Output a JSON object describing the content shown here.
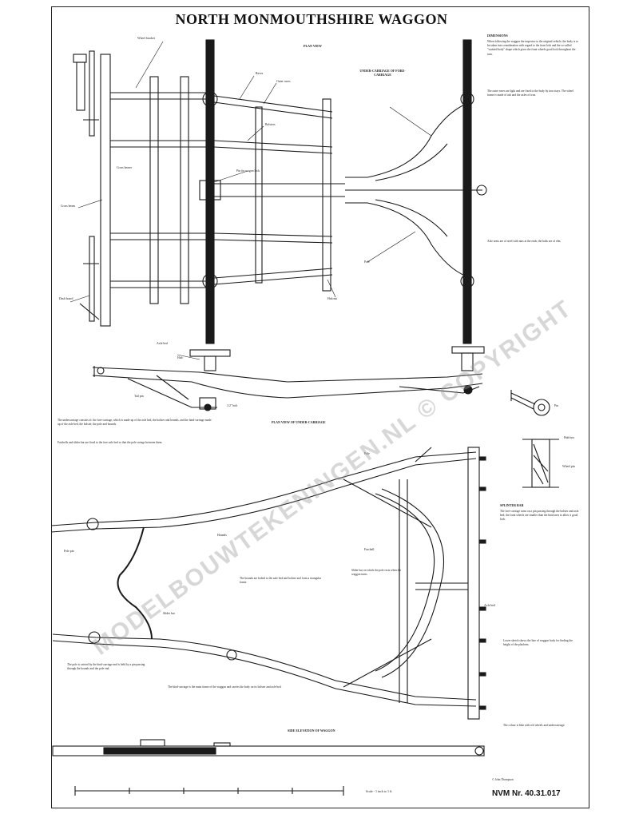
{
  "title": "NORTH MONMOUTHSHIRE WAGGON",
  "plate_number": "NVM Nr. 40.31.017",
  "stamp": "© John Thompson",
  "watermark": "MODELBOUWTEKENINGEN.NL © COPYRIGHT",
  "views": {
    "plan_top": "PLAN VIEW",
    "underside_fore": "UNDER-CARRIAGE OF FORE-CARRIAGE",
    "underside_main": "PLAN VIEW OF UNDER-CARRIAGE",
    "side_section": "SIDE ELEVATION OF WAGGON"
  },
  "labels": {
    "plan_1": "Wheel bracket",
    "plan_2": "Raves",
    "plan_3": "Outer raves",
    "plan_4": "Pin for wagon lock",
    "plan_5": "Cross bearer",
    "plan_6": "Bolsters",
    "plan_7": "Pole",
    "plan_8": "Dash board",
    "plan_9": "Hub nut",
    "plan_10": "Cross beam",
    "side_1": "Axle bed",
    "side_2": "Hub",
    "side_3": "Tail pin",
    "side_4": "1/2\" bolt",
    "under_1": "Hounds",
    "under_2": "Pole pin",
    "under_3": "Slider bar",
    "under_4": "Futchell",
    "under_5": "Axle bed",
    "under_6": "Pole",
    "detail_1": "Pin",
    "detail_2": "Hub box",
    "detail_3": "Wheel pin",
    "scale": "Scale - 1 inch to 1 ft."
  },
  "notes": {
    "right_top_heading": "DIMENSIONS",
    "right_top": "When following the waggon the inspector to the original vehicle, the body is to be taken into consideration with regard to the front lock and the so-called \"waisted body\" shape which gives the front wheels good lock throughout the turn.",
    "right_mid": "The outer raves are light and are fixed to the body by iron stays. The wheel frame is made of ash and the axles of iron.",
    "right_mid2": "Axle arms are of steel with nuts at the ends; the hubs are of elm.",
    "right_low_heading": "SPLINTER BAR",
    "right_low": "The fore-carriage turns on a pin passing through the bolster and axle bed; the front wheels are smaller than the hind ones to allow a good lock.",
    "right_bottom": "Lower sketch shows the line of waggon body for finding the height of the platform.",
    "right_foot": "The colour is blue with red wheels and undercarriage.",
    "left_1": "The undercarriage consists of: the fore-carriage, which is made up of the axle bed, the bolster and hounds, and the hind-carriage made up of the axle bed, the bolster, the pole and hounds.",
    "left_2": "Futchells and slider bar are fixed to the fore axle bed so that the pole swings between them.",
    "mid_1": "The hounds are bolted to the axle bed and bolster and form a triangular frame.",
    "mid_2": "Slider bar on which the pole rests when the waggon turns.",
    "bottom_1": "The pole is carried by the hind-carriage and is held by a pin passing through the hounds and the pole end.",
    "bottom_2": "The hind-carriage is the main frame of the waggon and carries the body on its bolster and axle bed."
  }
}
